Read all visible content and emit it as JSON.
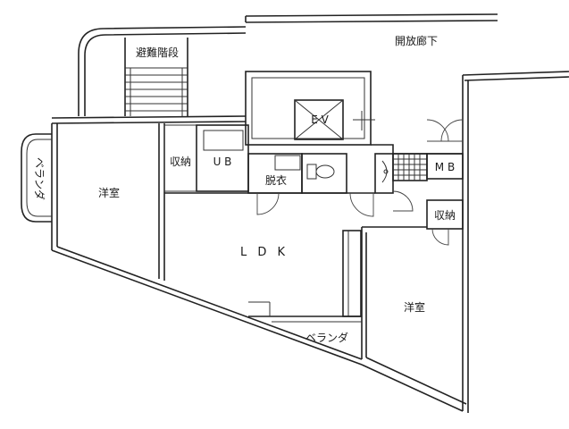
{
  "floor_plan": {
    "rooms": {
      "evacuation_stairs": "避難階段",
      "open_corridor": "開放廊下",
      "elevator": "E V",
      "western_room_left": "洋室",
      "western_room_right": "洋室",
      "storage_left": "収納",
      "storage_right": "収納",
      "unit_bath": "U B",
      "dressing_room": "脱衣",
      "meter_box": "M B",
      "ldk": "L D K",
      "veranda_left": "ベランダ",
      "veranda_bottom": "ベランダ"
    }
  }
}
